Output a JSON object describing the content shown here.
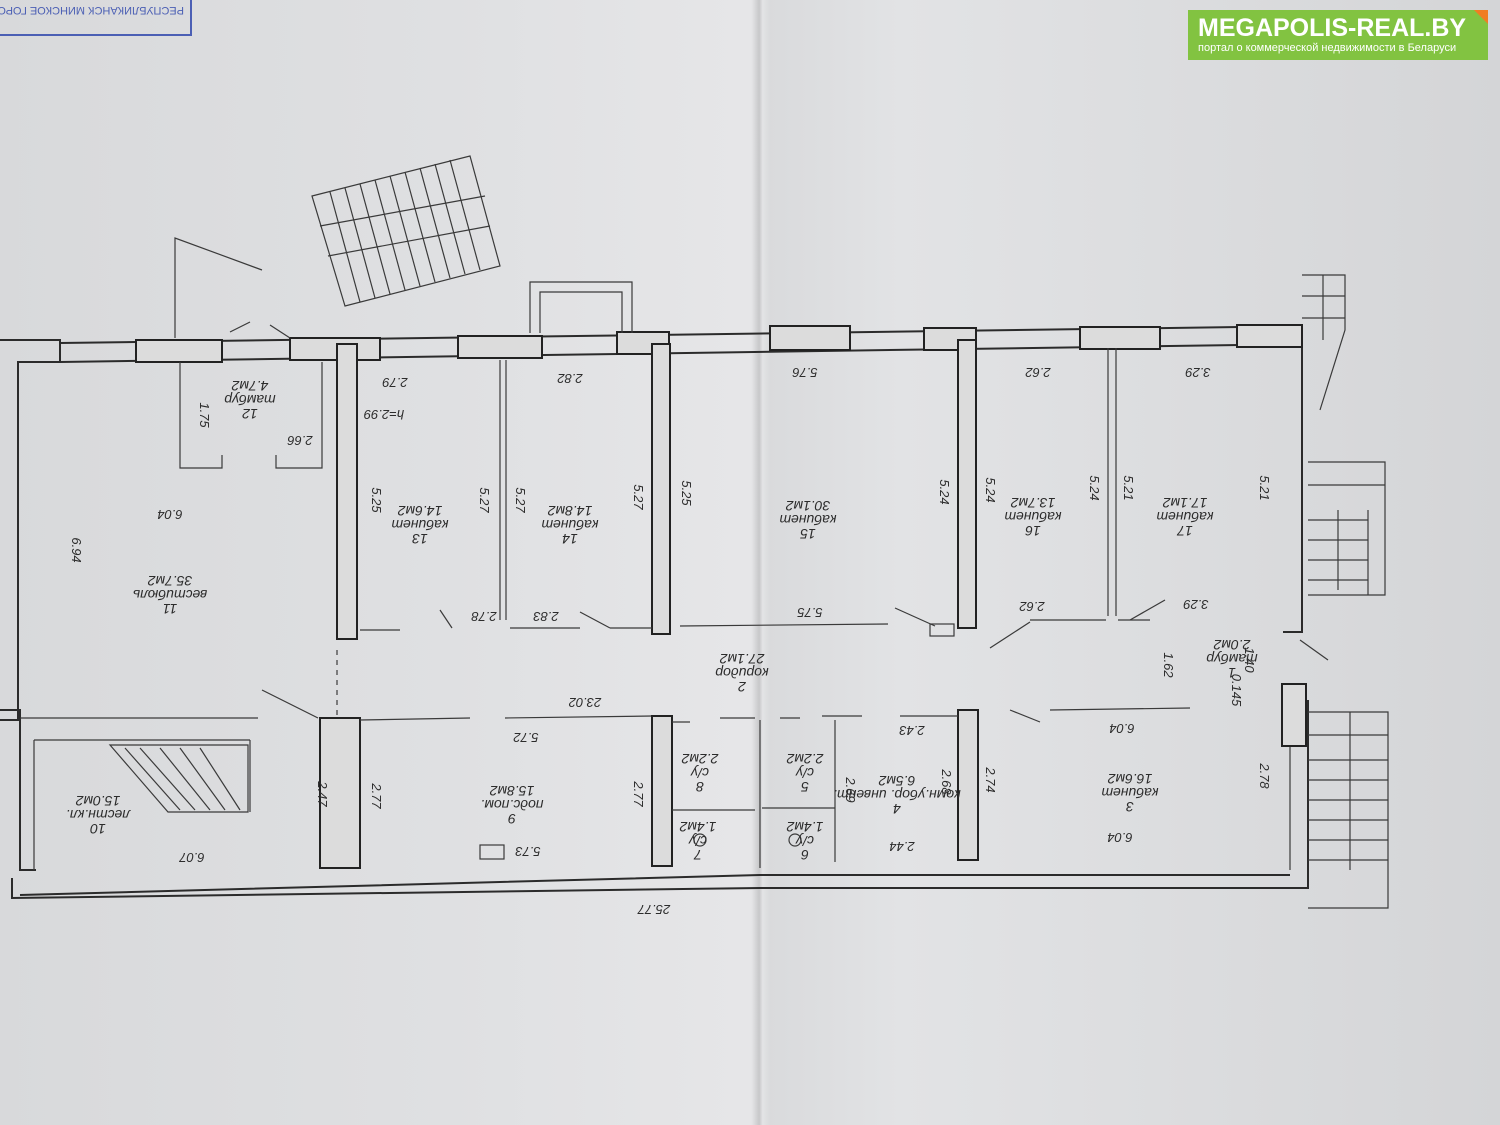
{
  "watermark": {
    "title": "MEGAPOLIS-REAL.BY",
    "subtitle": "портал о коммерческой недвижимости в Беларуси",
    "accent": "#82c341",
    "corner_color": "#f07d23"
  },
  "stamp": {
    "text": "РЕСПУБЛИКАНСК МИНСКОЕ ГОРОДСКОЕ",
    "color": "#4b5fb4"
  },
  "rooms": [
    {
      "id": "room-1",
      "number": "1",
      "name": "тамбур",
      "area": "2.0м2"
    },
    {
      "id": "room-2",
      "number": "2",
      "name": "коридор",
      "area": "27.1м2"
    },
    {
      "id": "room-3",
      "number": "3",
      "name": "кабинет",
      "area": "16.6м2"
    },
    {
      "id": "room-4",
      "number": "4",
      "name": "комн.убор. инвент.",
      "area": "6.5м2"
    },
    {
      "id": "room-5",
      "number": "5",
      "name": "с/у",
      "area": "2.2м2"
    },
    {
      "id": "room-6",
      "number": "6",
      "name": "с/у",
      "area": "1.4м2"
    },
    {
      "id": "room-7",
      "number": "7",
      "name": "с/у",
      "area": "1.4м2"
    },
    {
      "id": "room-8",
      "number": "8",
      "name": "с/у",
      "area": "2.2м2"
    },
    {
      "id": "room-9",
      "number": "9",
      "name": "подс.пом.",
      "area": "15.8м2"
    },
    {
      "id": "room-10",
      "number": "10",
      "name": "лестн.кл.",
      "area": "15.0м2"
    },
    {
      "id": "room-11",
      "number": "11",
      "name": "вестибюль",
      "area": "35.7м2"
    },
    {
      "id": "room-12",
      "number": "12",
      "name": "тамбур",
      "area": "4.7м2"
    },
    {
      "id": "room-13",
      "number": "13",
      "name": "кабинет",
      "area": "14.6м2"
    },
    {
      "id": "room-14",
      "number": "14",
      "name": "кабинет",
      "area": "14.8м2"
    },
    {
      "id": "room-15",
      "number": "15",
      "name": "кабинет",
      "area": "30.1м2"
    },
    {
      "id": "room-16",
      "number": "16",
      "name": "кабинет",
      "area": "13.7м2"
    },
    {
      "id": "room-17",
      "number": "17",
      "name": "кабинет",
      "area": "17.1м2"
    }
  ],
  "height_note": "h=2.99",
  "dimensions": {
    "d1": "2.79",
    "d2": "2.82",
    "d3": "5.76",
    "d4": "2.62",
    "d5": "3.29",
    "d6": "1.75",
    "d7": "2.66",
    "d8": "6.04",
    "d9": "6.94",
    "d10": "5.25",
    "d11": "5.27",
    "d12": "5.27",
    "d13": "5.27",
    "d14": "5.25",
    "d15": "5.24",
    "d16": "5.24",
    "d17": "5.24",
    "d18": "5.21",
    "d19": "5.21",
    "d20": "2.78",
    "d21": "2.83",
    "d22": "5.75",
    "d23": "2.62",
    "d24": "3.29",
    "d25": "1.62",
    "d26": "1.40",
    "d27": "0.145",
    "d28": "23.02",
    "d29": "5.72",
    "d30": "2.43",
    "d31": "6.04",
    "d32": "2.47",
    "d33": "2.77",
    "d34": "2.77",
    "d35": "2.69",
    "d36": "2.68",
    "d37": "2.74",
    "d38": "2.78",
    "d39": "6.07",
    "d40": "5.73",
    "d41": "2.44",
    "d42": "6.04",
    "d43": "25.77"
  }
}
